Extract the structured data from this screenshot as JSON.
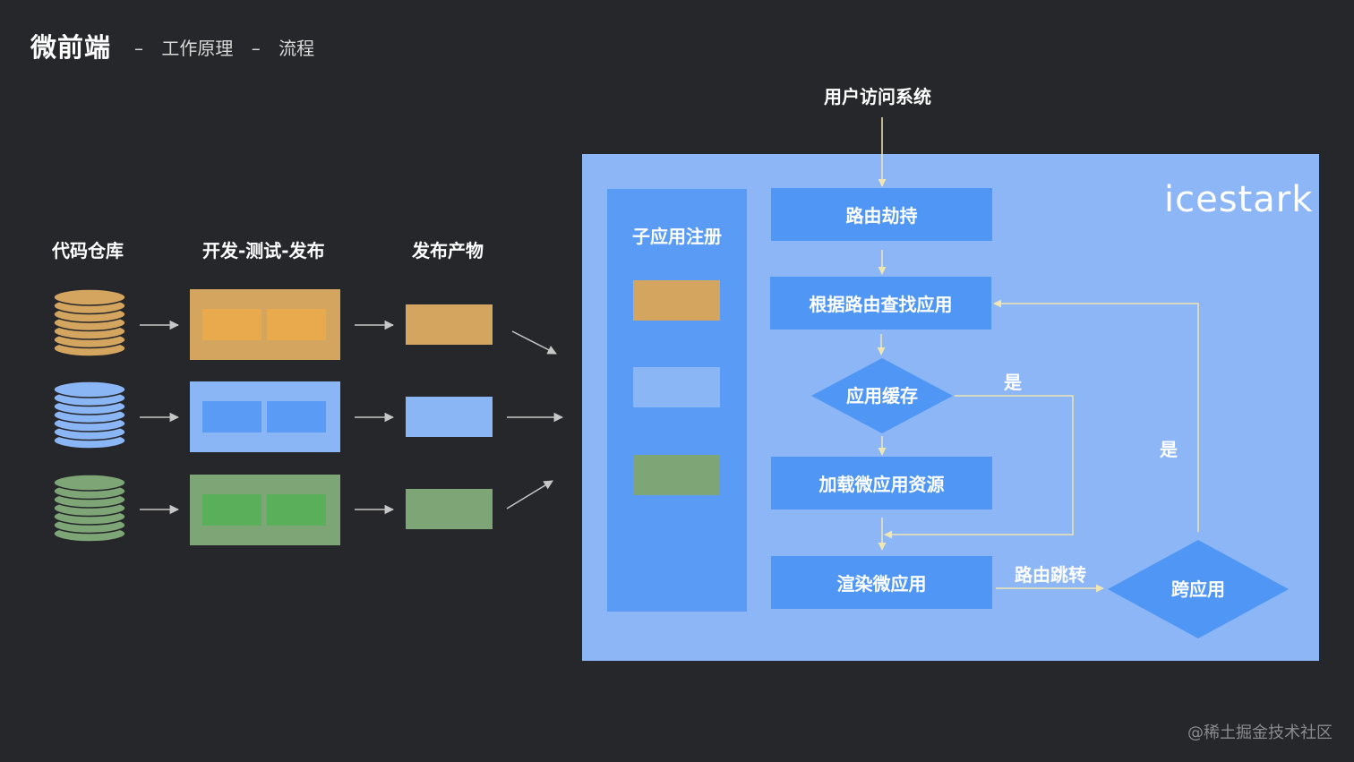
{
  "header": {
    "title": "微前端",
    "dash1": "–",
    "section": "工作原理",
    "dash2": "–",
    "topic": "流程"
  },
  "pipeline": {
    "col_repo": "代码仓库",
    "col_dev": "开发-测试-发布",
    "col_artifact": "发布产物",
    "row_colors": {
      "orange": {
        "base": "#d4a55f",
        "inner": "#e9a94d"
      },
      "blue": {
        "base": "#8bb6f6",
        "inner": "#5a9bf5"
      },
      "green": {
        "base": "#7ea575",
        "inner": "#5aaf5a"
      }
    }
  },
  "flow": {
    "entry": "用户访问系统",
    "brand": "icestark",
    "register": "子应用注册",
    "route_hijack": "路由劫持",
    "find_app": "根据路由查找应用",
    "app_cache": "应用缓存",
    "load_resources": "加载微应用资源",
    "render": "渲染微应用",
    "cross_app": "跨应用",
    "yes_cache": "是",
    "yes_cross": "是",
    "route_jump": "路由跳转"
  },
  "watermark": "@稀土掘金技术社区"
}
